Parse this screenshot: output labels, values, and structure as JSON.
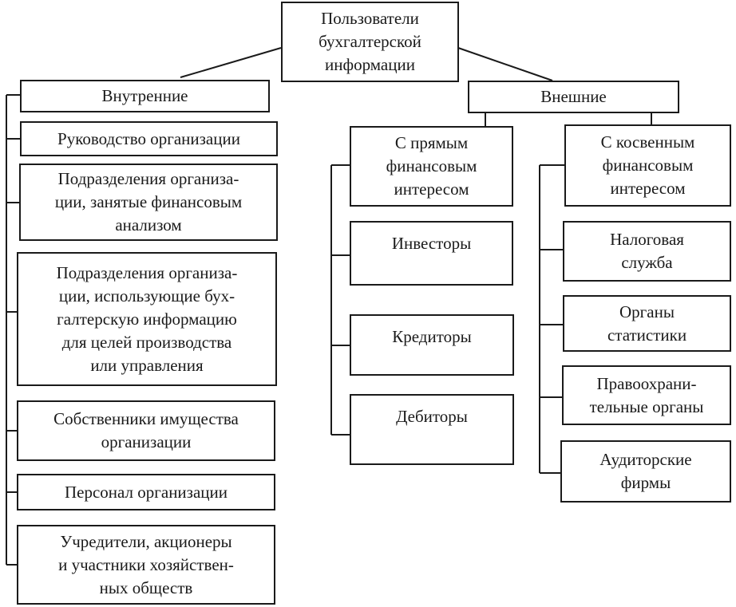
{
  "root": {
    "label": "Пользователи\nбухгалтерской\nинформации"
  },
  "internal": {
    "label": "Внутренние",
    "items": [
      "Руководство организации",
      "Подразделения организа-\nции, занятые финансовым\nанализом",
      "Подразделения организа-\nции, использующие бух-\nгалтерскую информацию\nдля целей  производства\nили управления",
      "Собственники имущества\nорганизации",
      "Персонал организации",
      "Учредители, акционеры\nи участники хозяйствен-\nных обществ"
    ]
  },
  "external": {
    "label": "Внешние",
    "direct": {
      "label": "С прямым\nфинансовым\nинтересом",
      "items": [
        "Инвесторы",
        "Кредиторы",
        "Дебиторы"
      ]
    },
    "indirect": {
      "label": "С косвенным\nфинансовым\nинтересом",
      "items": [
        "Налоговая\nслужба",
        "Органы\nстатистики",
        "Правоохрани-\nтельные органы",
        "Аудиторские\nфирмы"
      ]
    }
  }
}
